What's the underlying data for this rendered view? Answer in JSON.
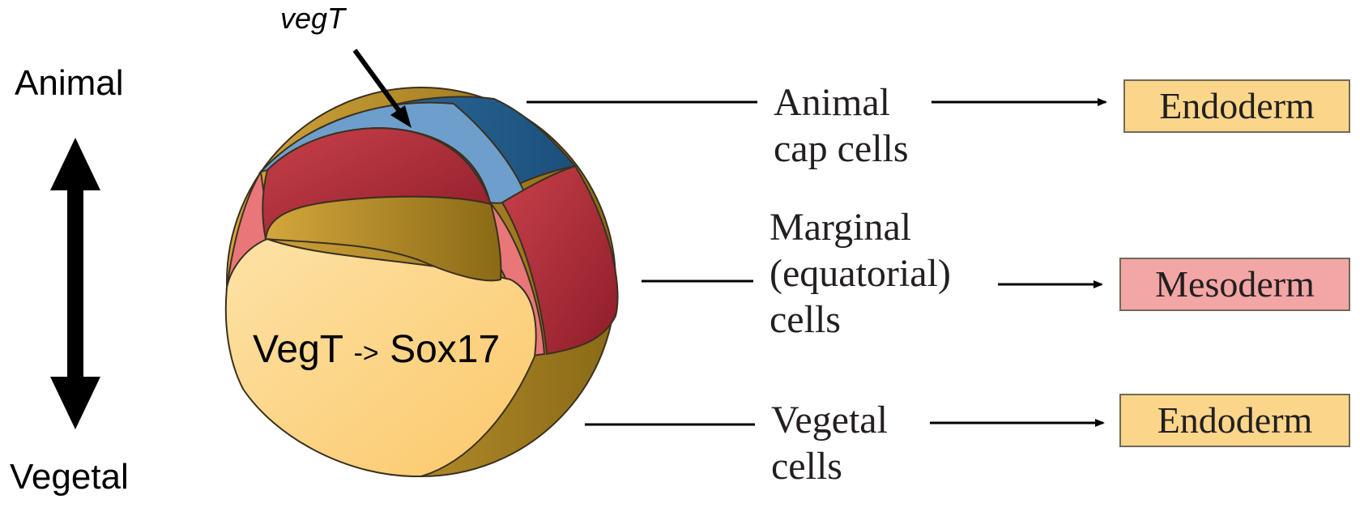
{
  "axis": {
    "top_label": "Animal",
    "bottom_label": "Vegetal"
  },
  "embryo": {
    "gene_label": "vegT",
    "expression_text": "VegT",
    "expression_arrow": "->",
    "expression_target": "Sox17",
    "colors": {
      "animal_cap": "#2b6e9c",
      "animal_cap_light": "#6e9fcc",
      "marginal": "#b8323c",
      "marginal_light": "#e9777a",
      "vegetal": "#fdd488",
      "vegetal_dark": "#b48924"
    }
  },
  "regions": [
    {
      "line1": "Animal",
      "line2": "cap cells",
      "line3": "",
      "fate": "Endoderm",
      "fate_color": "#fbd68a"
    },
    {
      "line1": "Marginal",
      "line2": "(equatorial)",
      "line3": "cells",
      "fate": "Mesoderm",
      "fate_color": "#f3a6a6"
    },
    {
      "line1": "Vegetal",
      "line2": "cells",
      "line3": "",
      "fate": "Endoderm",
      "fate_color": "#fbd68a"
    }
  ]
}
